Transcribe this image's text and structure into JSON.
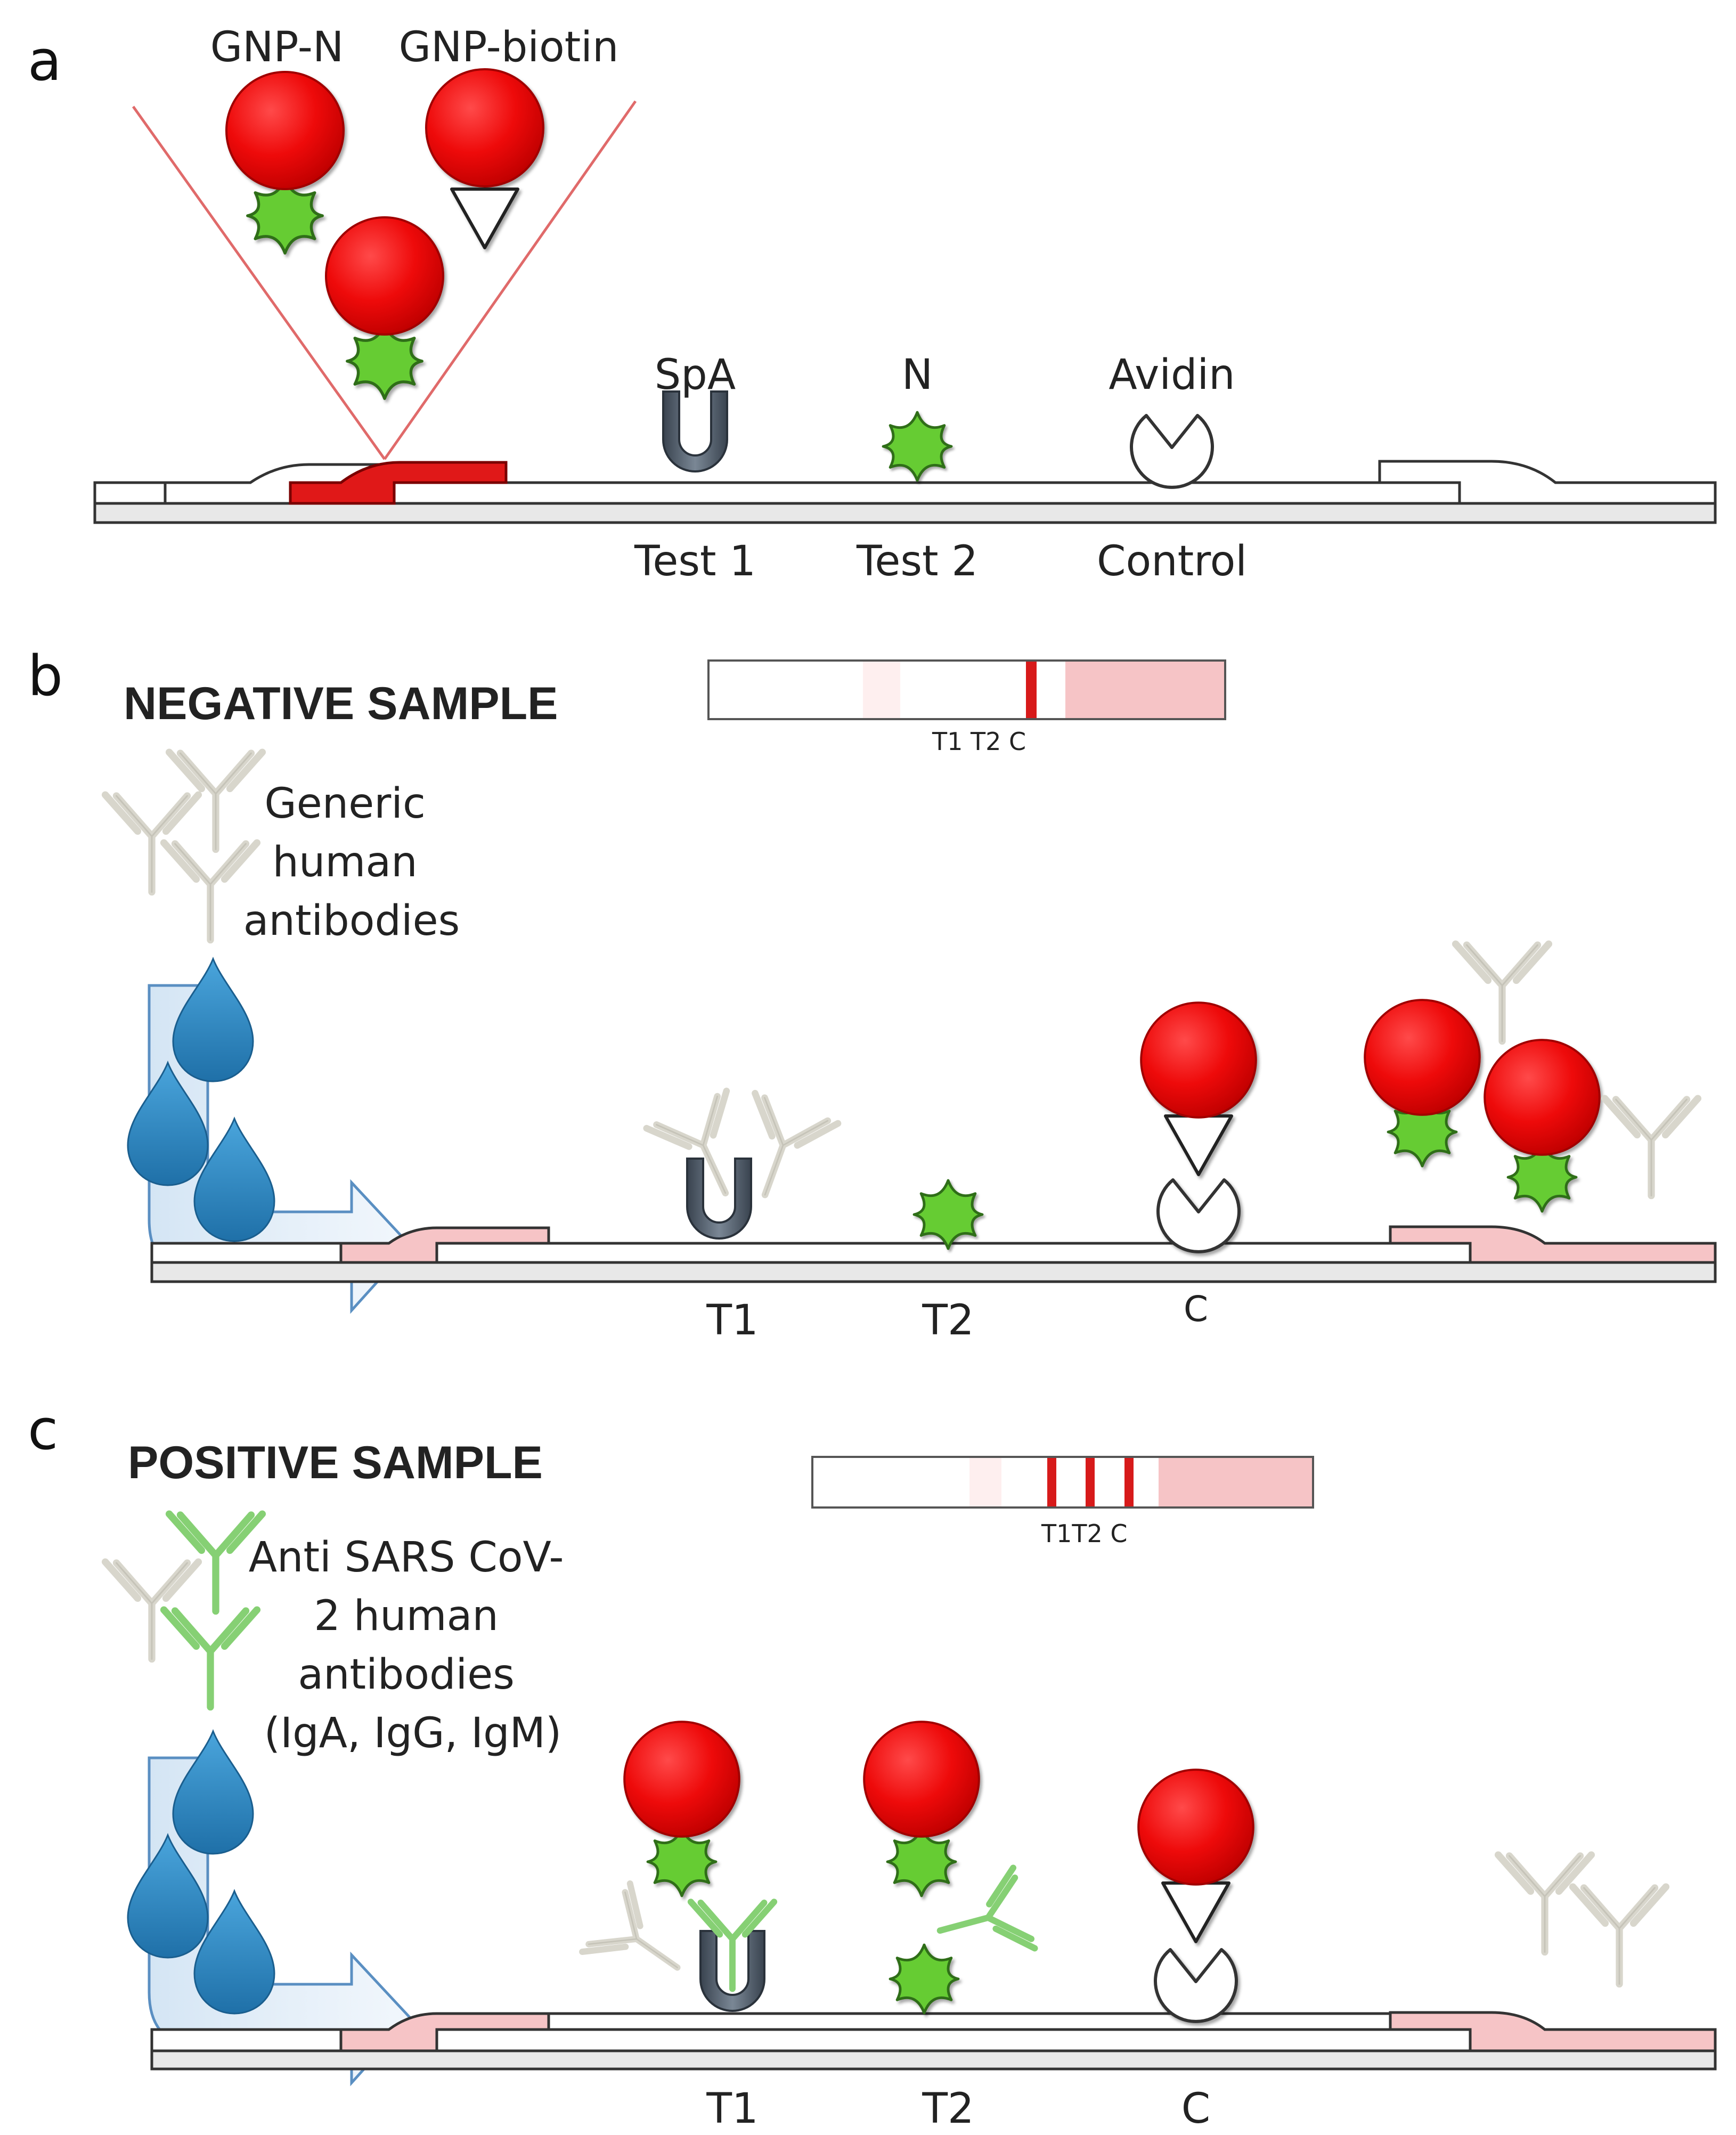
{
  "panels": {
    "a": {
      "letter": "a",
      "gnp_n_label": "GNP-N",
      "gnp_biotin_label": "GNP-biotin",
      "spa_label": "SpA",
      "n_label": "N",
      "avidin_label": "Avidin",
      "test1_label": "Test 1",
      "test2_label": "Test 2",
      "control_label": "Control"
    },
    "b": {
      "letter": "b",
      "title": "NEGATIVE SAMPLE",
      "antibody_text": [
        "Generic",
        "human",
        "antibodies"
      ],
      "strip_labels": "T1 T2  C",
      "t1_label": "T1",
      "t2_label": "T2",
      "c_label": "C"
    },
    "c": {
      "letter": "c",
      "title": "POSITIVE SAMPLE",
      "antibody_text": [
        "Anti SARS CoV-",
        "2 human",
        "antibodies",
        "(IgA, IgG, IgM)"
      ],
      "strip_labels": "T1T2 C",
      "t1_label": "T1",
      "t2_label": "T2",
      "c_label": "C"
    }
  },
  "colors": {
    "gold_nanoparticle": "#ee0a0a",
    "nucleocapsid": "#66cc33",
    "sample_drop": "#2b87c3",
    "pad_conjugate": "#e01818",
    "pad_pink": "#f6c4c6",
    "line_red": "#d71a1a",
    "antibody_grey": "#d8d6cc",
    "antibody_green": "#86d074",
    "spa_dark": "#46525f"
  }
}
